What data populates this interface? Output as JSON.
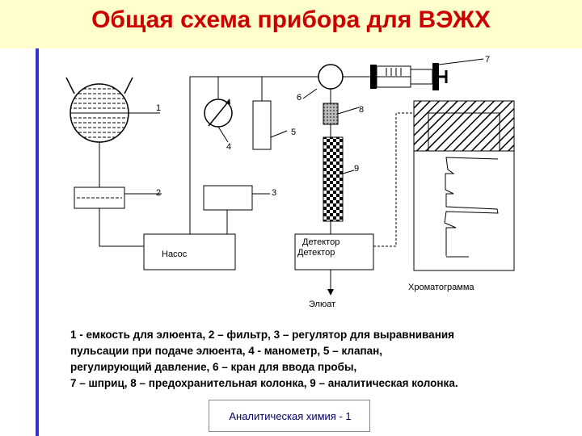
{
  "slide": {
    "title": "Общая схема прибора для ВЭЖХ",
    "footer": "Аналитическая химия - 1"
  },
  "diagram": {
    "labels": {
      "n1": "1",
      "n2": "2",
      "n3": "3",
      "n4": "4",
      "n5": "5",
      "n6": "6",
      "n7": "7",
      "n8": "8",
      "n9": "9",
      "pump": "Насос",
      "detector": "Детектор",
      "eluate": "Элюат",
      "chromatogram": "Хроматограмма"
    }
  },
  "legend": {
    "lines": [
      "1 - емкость для элюента, 2 – фильтр, 3 – регулятор для выравнивания",
      "пульсации при подаче элюента, 4 - манометр, 5 – клапан,",
      "регулирующий давление, 6 – кран для ввода пробы,",
      "7 – шприц, 8 – предохранительная колонка, 9 – аналитическая колонка."
    ]
  },
  "colors": {
    "title": "#cc0000",
    "title_bg": "#ffffcc",
    "accent_bar": "#3333cc"
  }
}
